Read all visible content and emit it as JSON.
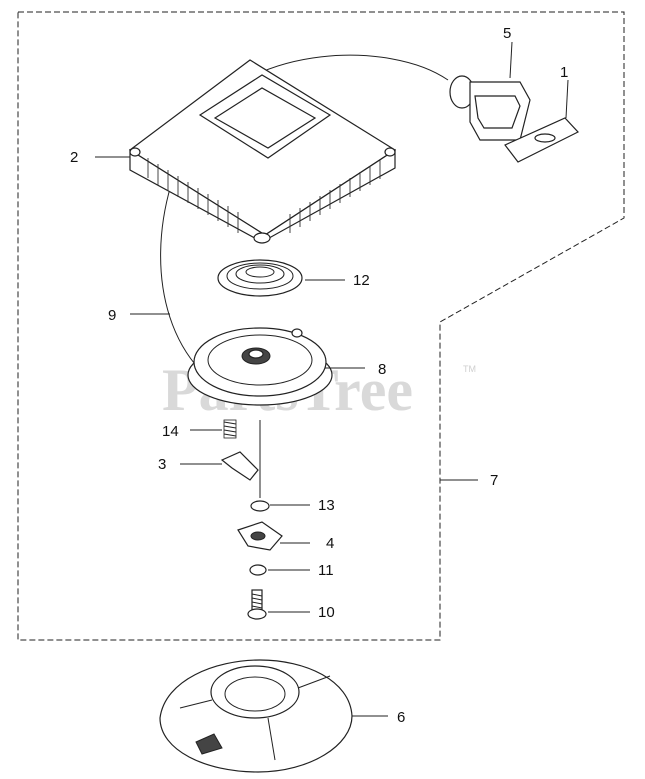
{
  "diagram": {
    "watermark": "PartsTree",
    "trademark": "TM",
    "callouts": {
      "c1": "1",
      "c2": "2",
      "c3": "3",
      "c4": "4",
      "c5": "5",
      "c6": "6",
      "c7": "7",
      "c8": "8",
      "c9": "9",
      "c10": "10",
      "c11": "11",
      "c12": "12",
      "c13": "13",
      "c14": "14"
    }
  }
}
